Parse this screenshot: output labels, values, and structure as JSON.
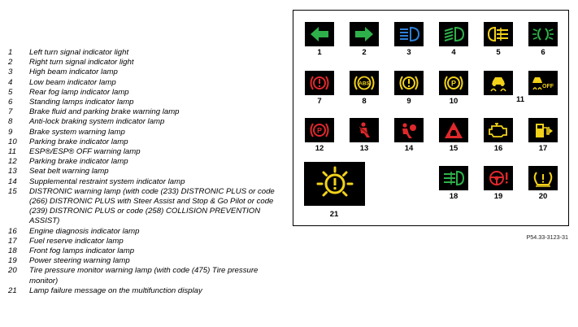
{
  "legend": [
    {
      "num": "1",
      "text": "Left turn signal indicator light"
    },
    {
      "num": "2",
      "text": "Right turn signal indicator light"
    },
    {
      "num": "3",
      "text": "High beam indicator lamp"
    },
    {
      "num": "4",
      "text": "Low beam indicator lamp"
    },
    {
      "num": "5",
      "text": "Rear fog lamp indicator lamp"
    },
    {
      "num": "6",
      "text": "Standing lamps indicator lamp"
    },
    {
      "num": "7",
      "text": "Brake fluid and parking brake warning lamp"
    },
    {
      "num": "8",
      "text": "Anti-lock braking system indicator lamp"
    },
    {
      "num": "9",
      "text": "Brake system warning lamp"
    },
    {
      "num": "10",
      "text": "Parking brake indicator lamp"
    },
    {
      "num": "11",
      "text": "ESP®/ESP® OFF warning lamp"
    },
    {
      "num": "12",
      "text": "Parking brake indicator lamp"
    },
    {
      "num": "13",
      "text": "Seat belt warning lamp"
    },
    {
      "num": "14",
      "text": "Supplemental restraint system indicator lamp"
    },
    {
      "num": "15",
      "text": "DISTRONIC warning lamp (with code (233) DISTRONIC PLUS or code (266) DISTRONIC PLUS with Steer Assist and Stop & Go Pilot or code (239) DISTRONIC PLUS or code (258) COLLISION PREVENTION ASSIST)"
    },
    {
      "num": "16",
      "text": "Engine diagnosis indicator lamp"
    },
    {
      "num": "17",
      "text": "Fuel reserve indicator lamp"
    },
    {
      "num": "18",
      "text": "Front fog lamps indicator lamp"
    },
    {
      "num": "19",
      "text": "Power steering warning lamp"
    },
    {
      "num": "20",
      "text": "Tire pressure monitor warning lamp (with code (475) Tire pressure monitor)"
    },
    {
      "num": "21",
      "text": "Lamp failure message on the multifunction display"
    }
  ],
  "panel": {
    "numbers": [
      "1",
      "2",
      "3",
      "4",
      "5",
      "6",
      "7",
      "8",
      "9",
      "10",
      "11",
      "12",
      "13",
      "14",
      "15",
      "16",
      "17",
      "18",
      "19",
      "20",
      "21"
    ],
    "icon_text": {
      "abs": "ABS",
      "p": "P",
      "off": "OFF"
    }
  },
  "reference": "P54.33-3123-31",
  "colors": {
    "green": "#2eb14a",
    "blue": "#2f7fd6",
    "red": "#e0282b",
    "yellow": "#f2d21a",
    "white": "#ffffff"
  },
  "icons": [
    "left-arrow-icon",
    "right-arrow-icon",
    "high-beam-icon",
    "low-beam-icon",
    "rear-fog-icon",
    "standing-lamps-icon",
    "brake-warning-icon",
    "abs-icon",
    "brake-system-icon",
    "parking-brake-icon",
    "esp-icon",
    "esp-off-icon",
    "parking-brake-icon",
    "seat-belt-icon",
    "airbag-icon",
    "distronic-triangle-icon",
    "engine-icon",
    "fuel-pump-icon",
    "front-fog-icon",
    "steering-wheel-icon",
    "tire-pressure-icon",
    "bulb-failure-icon"
  ]
}
